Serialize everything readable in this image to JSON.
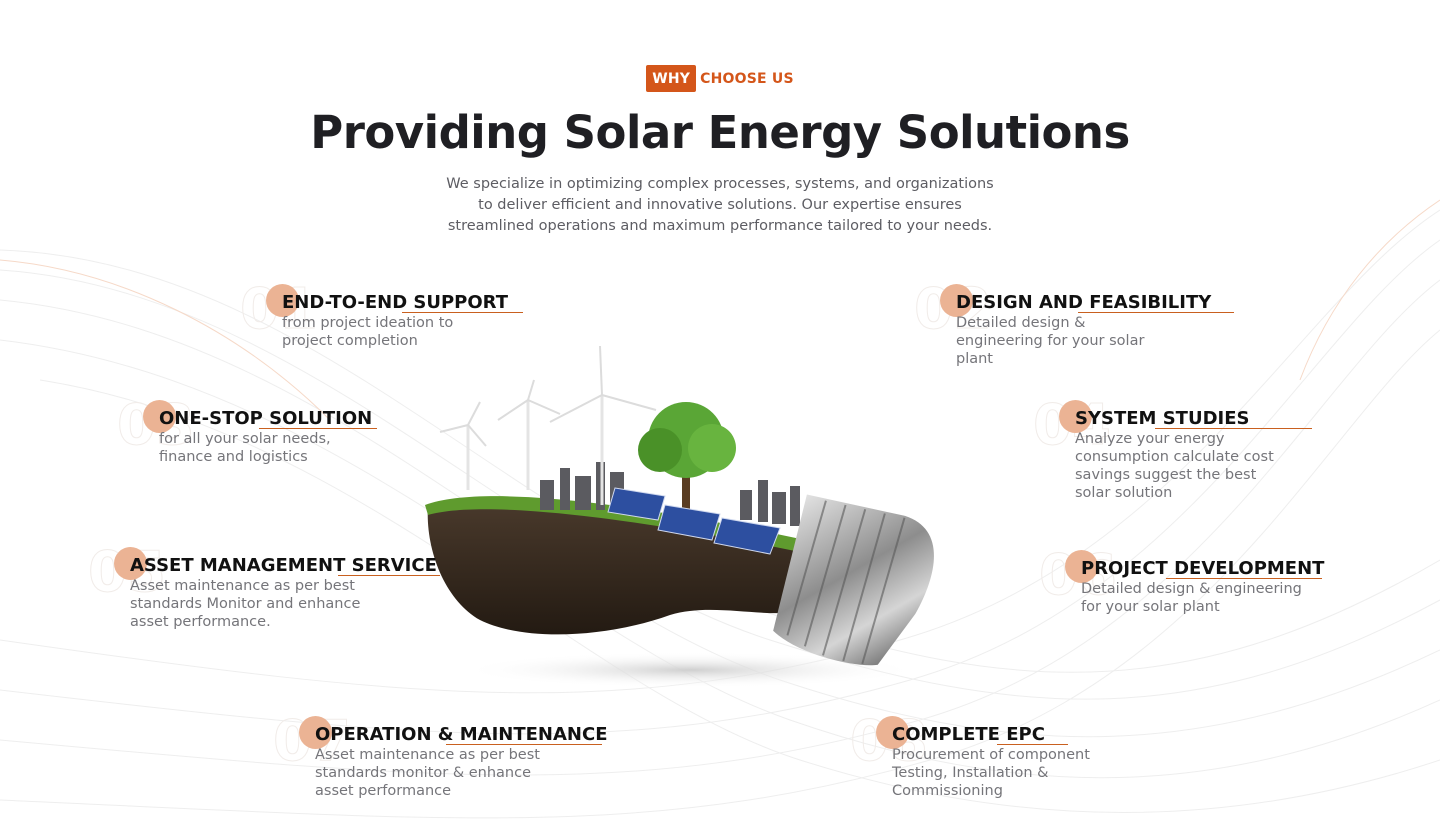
{
  "header": {
    "eyebrow_tag": "WHY",
    "eyebrow_rest": "CHOOSE US",
    "title": "Providing Solar Energy Solutions",
    "subtitle": "We specialize in optimizing complex processes, systems, and organizations to deliver efficient and innovative solutions. Our expertise ensures streamlined operations and maximum performance tailored to your needs."
  },
  "features": {
    "f1": {
      "title": "END-TO-END SUPPORT",
      "desc": "from project ideation to project completion"
    },
    "f2": {
      "title": "DESIGN AND FEASIBILITY",
      "desc": "Detailed design & engineering for your solar plant"
    },
    "f3": {
      "title": "ONE-STOP SOLUTION",
      "desc": "for all your solar needs, finance and logistics"
    },
    "f4": {
      "title": "SYSTEM STUDIES",
      "desc": "Analyze your energy consumption calculate cost savings suggest the best solar solution"
    },
    "f5": {
      "title": "ASSET MANAGEMENT SERVICE",
      "desc": "Asset maintenance as per best standards Monitor and enhance asset performance."
    },
    "f6": {
      "title": "PROJECT DEVELOPMENT",
      "desc": "Detailed design & engineering for your solar plant"
    },
    "f7": {
      "title": "OPERATION & MAINTENANCE",
      "desc": "Asset maintenance as per best standards monitor & enhance asset performance"
    },
    "f8": {
      "title": "COMPLETE EPC",
      "desc": "Procurement of component Testing, Installation & Commissioning"
    }
  },
  "colors": {
    "accent": "#d4561a",
    "dot": "#ebb394",
    "title": "#1f1f23"
  },
  "icons": {
    "hero": "solar-bulb-illustration"
  }
}
